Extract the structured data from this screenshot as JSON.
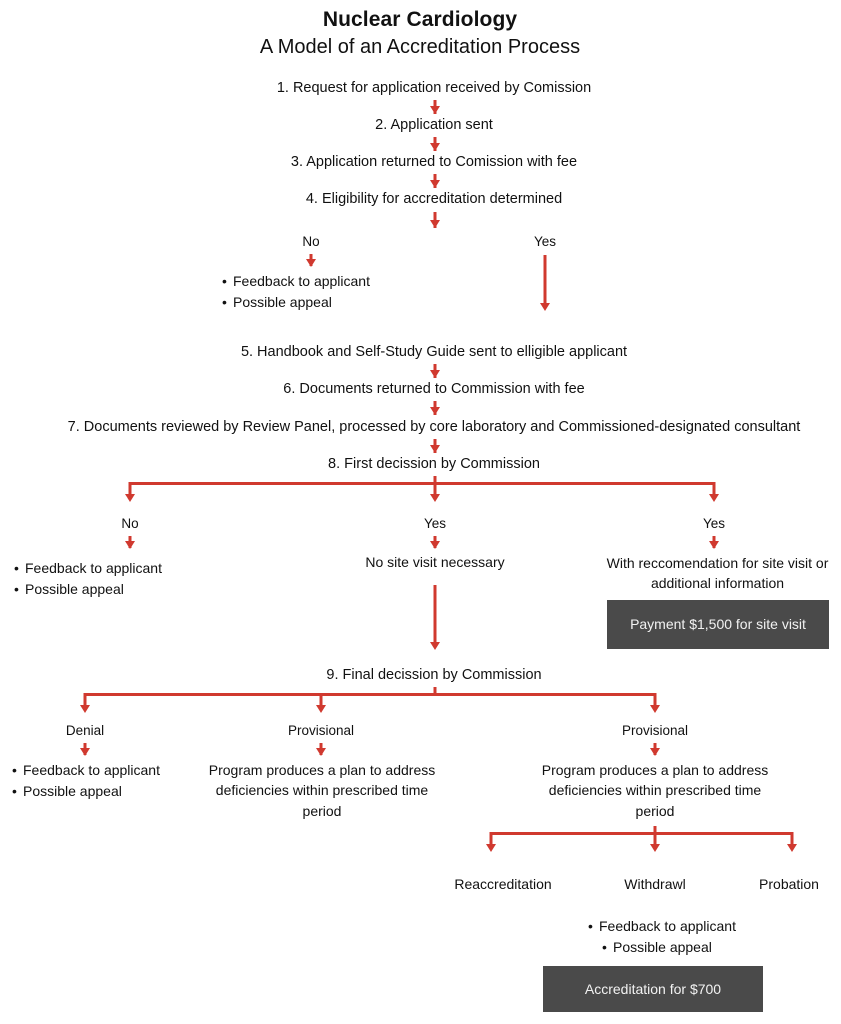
{
  "document": {
    "title_line1": "Nuclear Cardiology",
    "title_line2": "A Model of an Accreditation Process"
  },
  "chart_data": {
    "type": "diagram",
    "diagram_kind": "flowchart",
    "title": "Nuclear Cardiology — A Model of an Accreditation Process",
    "accent_color": "#d0392f",
    "box_fill": "#4a4a4a",
    "box_text_color": "#f2f2f2",
    "text_color": "#111111",
    "background": "#ffffff"
  },
  "steps": {
    "s1": "1. Request for application received by Comission",
    "s2": "2. Application sent",
    "s3": "3. Application returned to Comission with fee",
    "s4": "4. Eligibility for accreditation determined",
    "s5": "5. Handbook and Self-Study Guide sent to elligible applicant",
    "s6": "6. Documents returned to Commission with fee",
    "s7": "7. Documents reviewed by Review Panel, processed by core laboratory and Commissioned-designated consultant",
    "s8": "8. First decission by Commission",
    "s9": "9. Final decission by Commission"
  },
  "branch_step4": {
    "no_label": "No",
    "yes_label": "Yes",
    "no_bullets": [
      "Feedback to applicant",
      "Possible appeal"
    ]
  },
  "branch_step8": {
    "left_label": "No",
    "middle_label": "Yes",
    "right_label": "Yes",
    "left_bullets": [
      "Feedback to applicant",
      "Possible appeal"
    ],
    "middle_text": "No site visit necessary",
    "right_text": "With reccomendation for site visit or additional information",
    "payment_box": "Payment $1,500 for site visit"
  },
  "branch_step9": {
    "left_label": "Denial",
    "middle_label": "Provisional",
    "right_label": "Provisional",
    "left_bullets": [
      "Feedback to applicant",
      "Possible appeal"
    ],
    "middle_text": "Program produces a plan to address deficiencies within prescribed time period",
    "right_text": "Program produces a plan to address deficiencies within prescribed time period"
  },
  "outcomes": {
    "left_label": "Reaccreditation",
    "middle_label": "Withdrawl",
    "right_label": "Probation",
    "bullets": [
      "Feedback to applicant",
      "Possible appeal"
    ],
    "accreditation_box": "Accreditation for $700"
  }
}
